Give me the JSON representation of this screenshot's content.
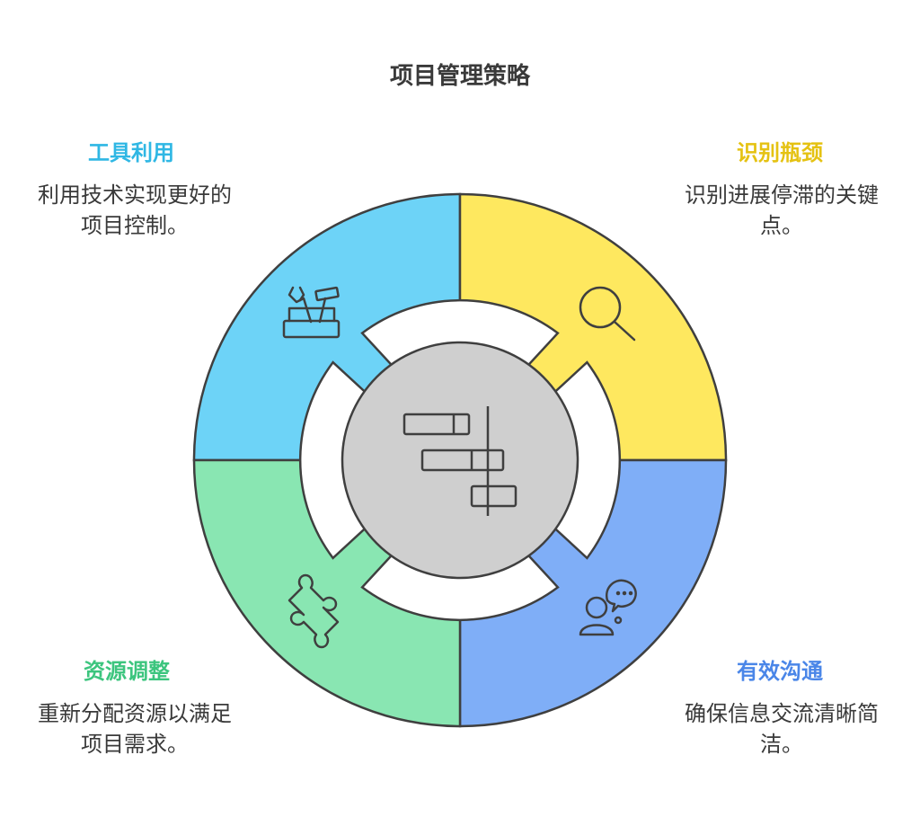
{
  "title": "项目管理策略",
  "colors": {
    "tools": "#6dd3f7",
    "identify": "#fee85f",
    "communicate": "#7faef7",
    "resources": "#89e6b2",
    "center": "#cfcfcf",
    "outline": "#3f3f3f"
  },
  "sections": {
    "tools": {
      "label": "工具利用",
      "desc": "利用技术实现更好的项目控制。",
      "label_color": "#2fb7e4",
      "icon": "toolbox-icon"
    },
    "identify": {
      "label": "识别瓶颈",
      "desc": "识别进展停滞的关键点。",
      "label_color": "#e5c212",
      "icon": "magnifier-icon"
    },
    "communicate": {
      "label": "有效沟通",
      "desc": "确保信息交流清晰简洁。",
      "label_color": "#4a86e8",
      "icon": "person-speech-icon"
    },
    "resources": {
      "label": "资源调整",
      "desc": "重新分配资源以满足项目需求。",
      "label_color": "#3cc57e",
      "icon": "puzzle-icon"
    }
  },
  "center_icon": "gantt-chart-icon"
}
